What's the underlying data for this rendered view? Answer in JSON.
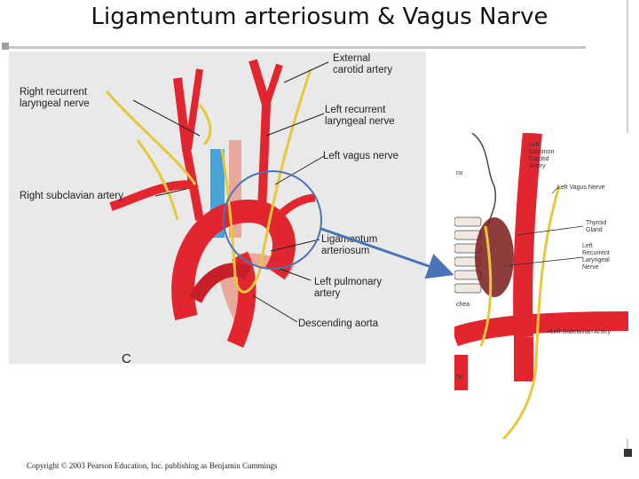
{
  "slide": {
    "title": "Ligamentum arteriosum & Vagus Narve",
    "copyright": "Copyright © 2003 Pearson Education, Inc. publishing as Benjamin Cummings"
  },
  "left_figure": {
    "figure_letter": "C",
    "labels": {
      "external_carotid": "External\ncarotid artery",
      "right_recurrent": "Right recurrent\nlaryngeal nerve",
      "left_recurrent": "Left recurrent\nlaryngeal nerve",
      "left_vagus": "Left vagus nerve",
      "right_subclavian": "Right subclavian artery",
      "ligamentum": "Ligamentum\narteriosum",
      "left_pulmonary": "Left pulmonary\nartery",
      "descending_aorta": "Descending aorta"
    }
  },
  "right_figure": {
    "labels": {
      "left_common_carotid": "Left\nCommon\nCarotid\nArtery",
      "left_vagus": "Left Vagus Nerve",
      "thyroid_gland": "Thyroid\nGland",
      "left_recurrent": "Left\nRecurrent\nLaryngeal\nNerve",
      "trachea": "chea",
      "left_subclavian": "Left Subclavian Artery",
      "edge_top": "nx",
      "edge_bottom": "he"
    }
  },
  "colors": {
    "artery": "#e2262f",
    "nerve": "#e8c83a",
    "vein_blue": "#4aa3d8",
    "pulmonary": "#e8a89a",
    "highlight": "#4a74b8"
  }
}
